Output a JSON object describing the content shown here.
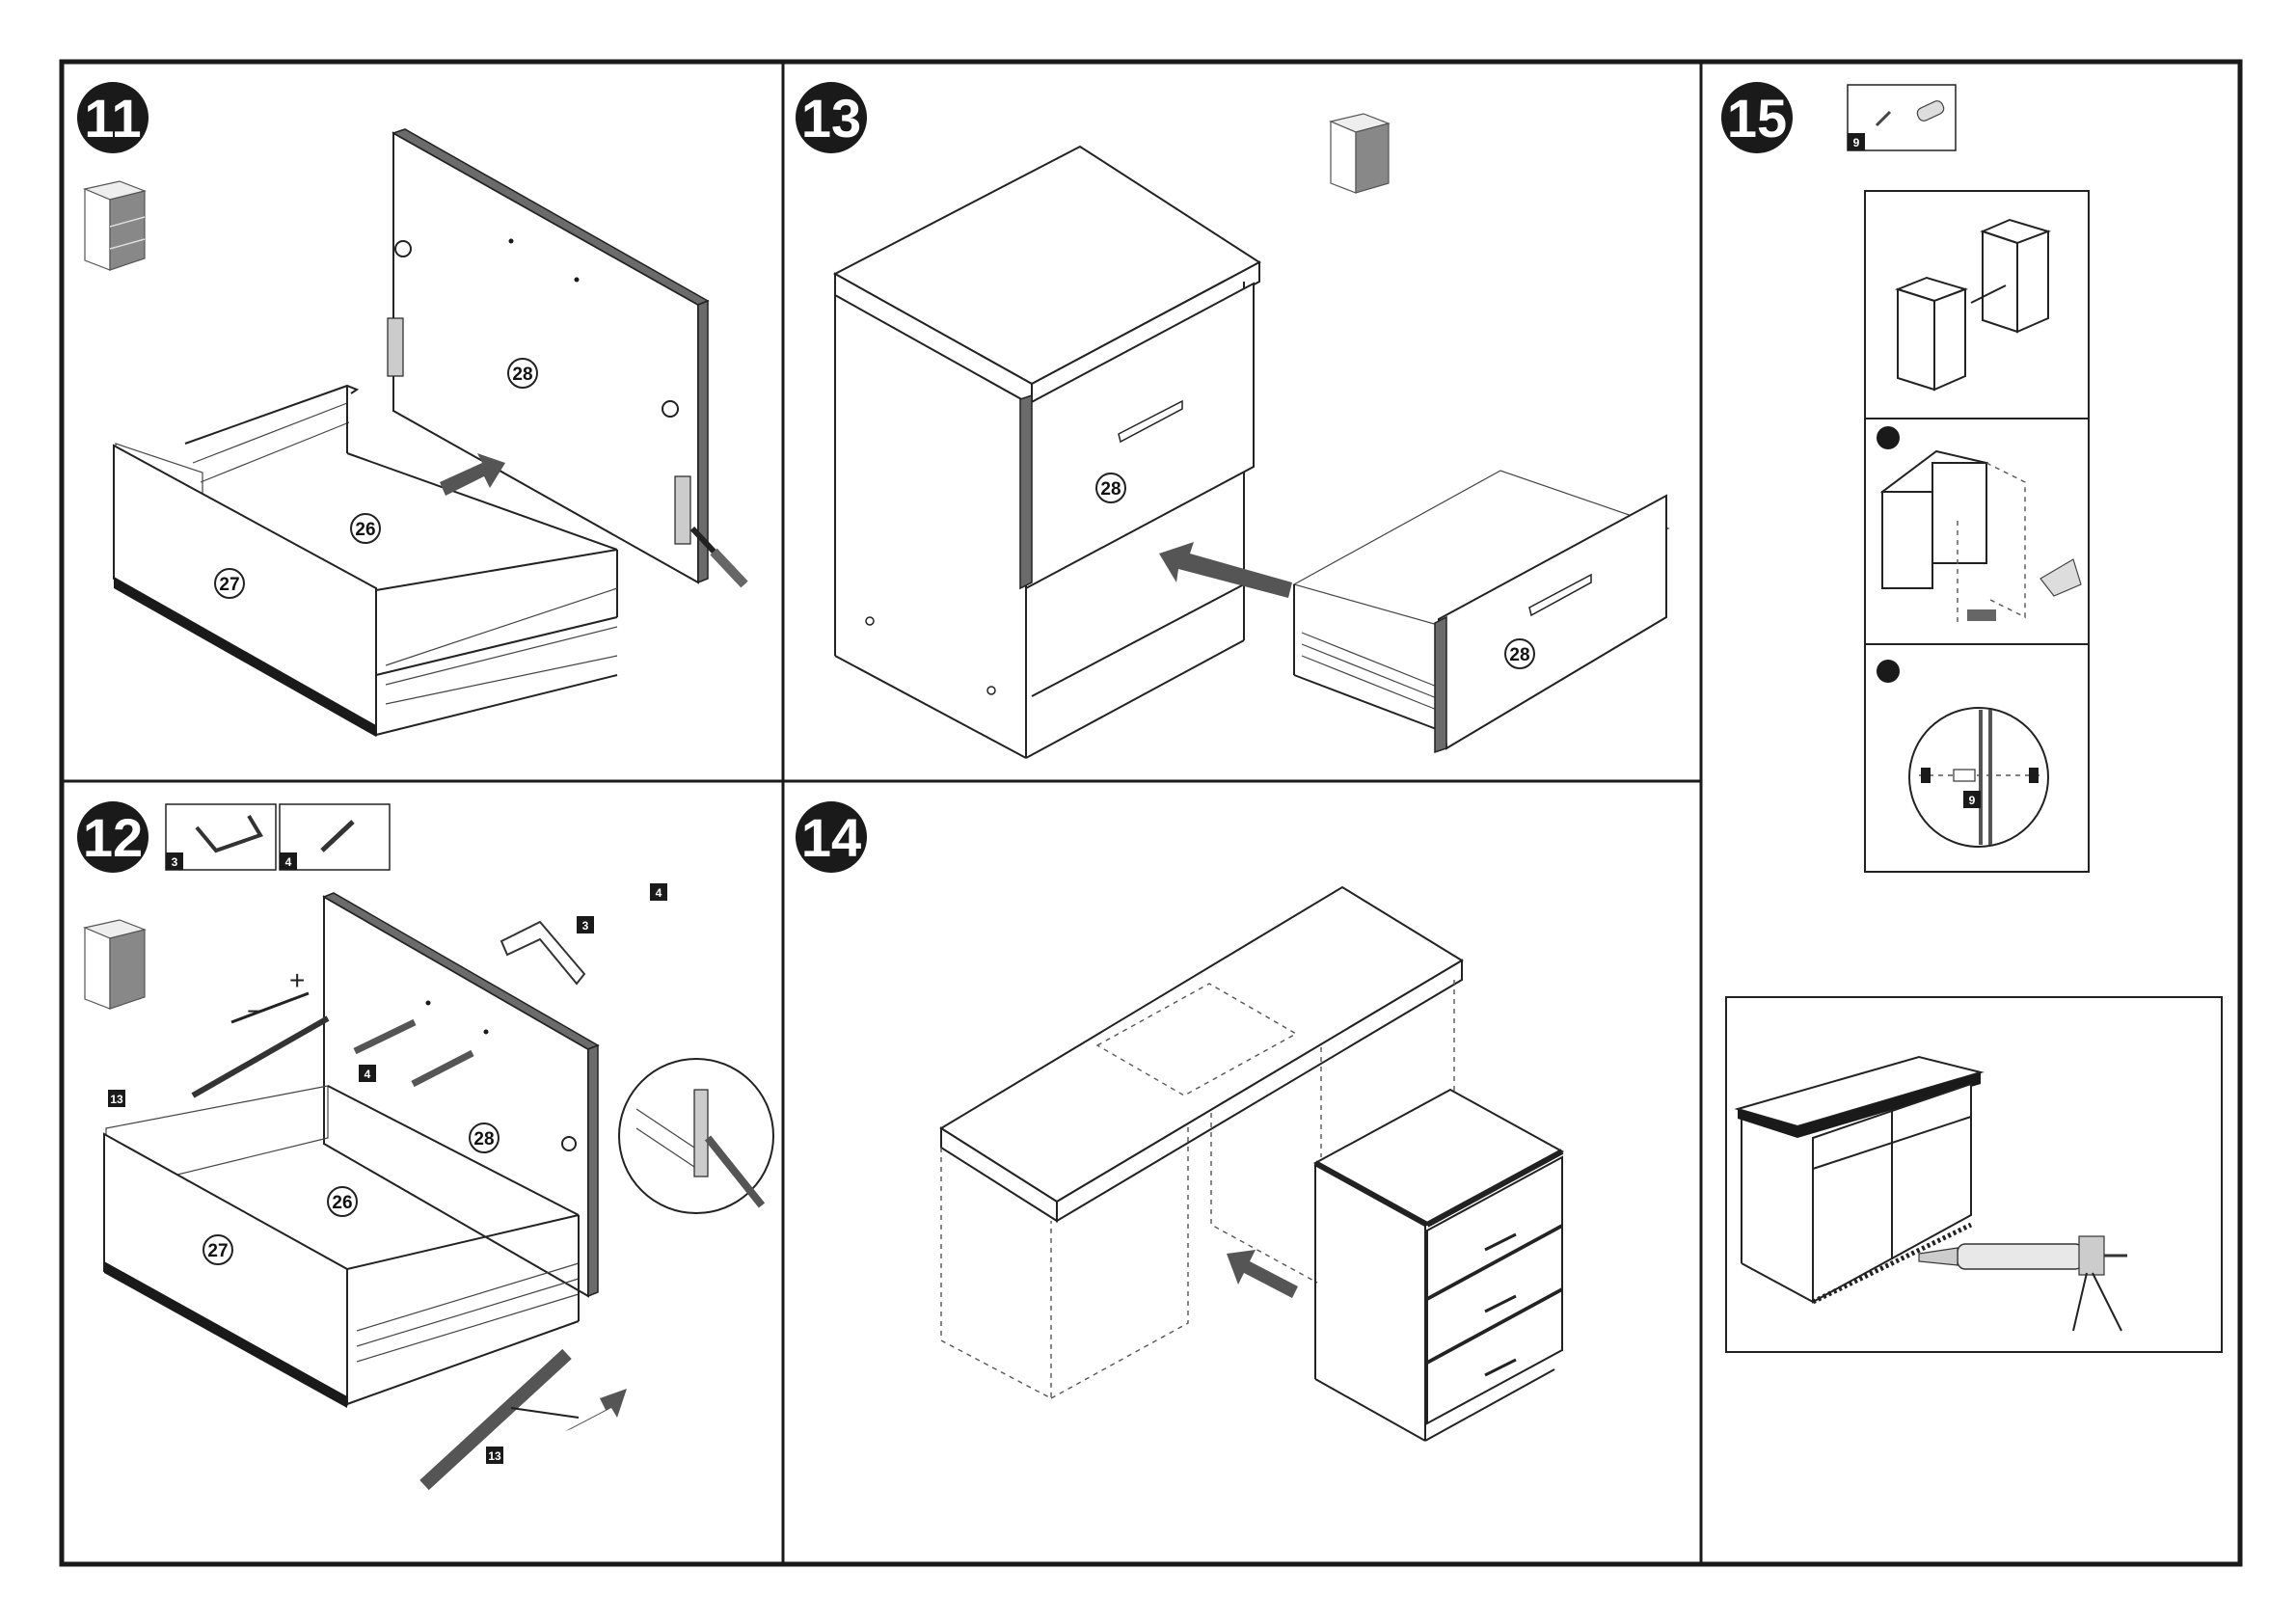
{
  "steps": [
    {
      "number": "11",
      "parts": [
        "28",
        "26",
        "27"
      ]
    },
    {
      "number": "12",
      "hardware": [
        "3",
        "4"
      ],
      "tags": [
        "4",
        "3",
        "4",
        "13",
        "13"
      ],
      "parts": [
        "28",
        "26",
        "27"
      ]
    },
    {
      "number": "13",
      "parts": [
        "28",
        "28"
      ]
    },
    {
      "number": "14"
    },
    {
      "number": "15",
      "hardware": [
        "9"
      ],
      "tags": [
        "9"
      ]
    }
  ]
}
